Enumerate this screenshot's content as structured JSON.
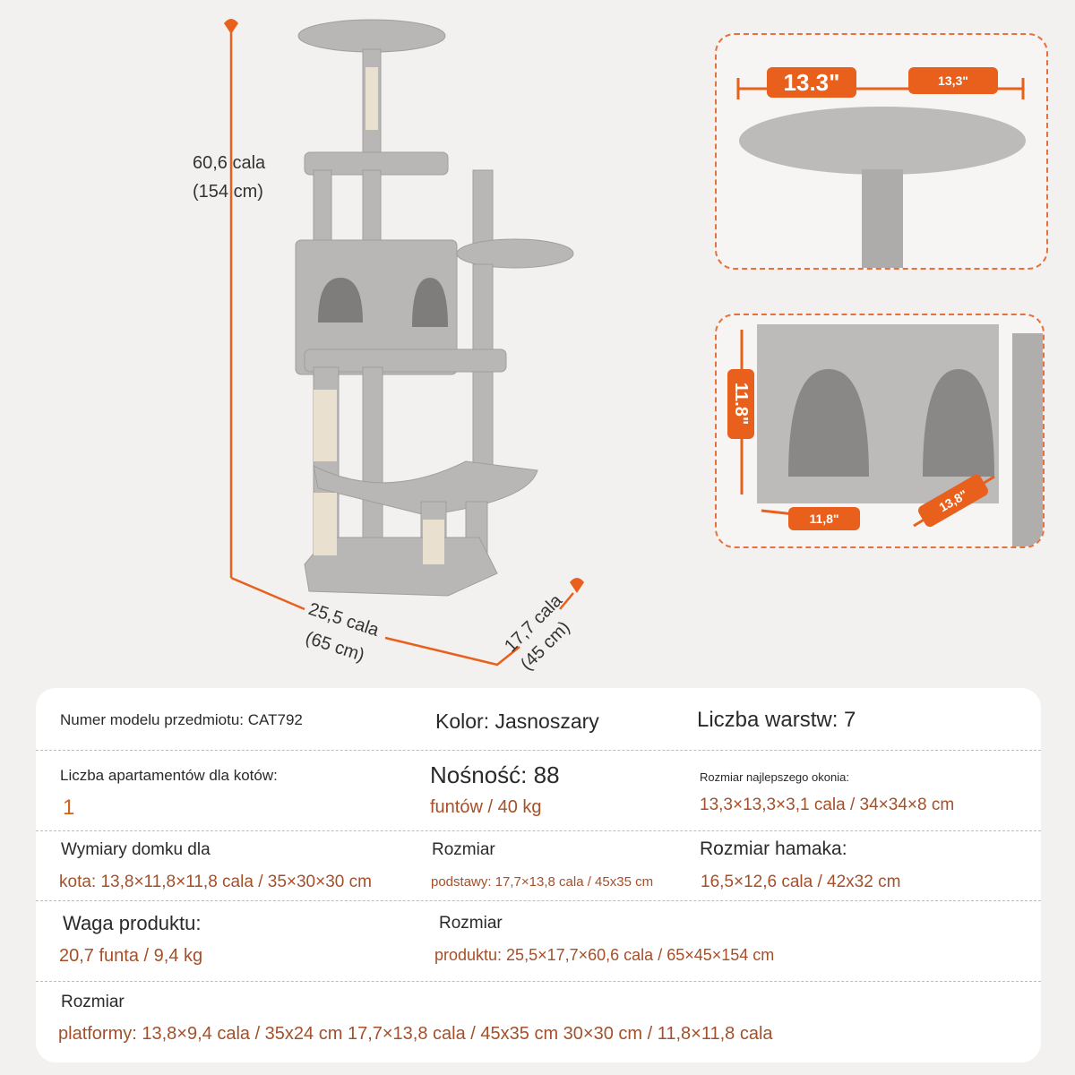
{
  "dimensions": {
    "height_in": "60,6 cala",
    "height_cm": "(154 cm)",
    "width_in": "25,5 cala",
    "width_cm": "(65 cm)",
    "depth_in": "17,7 cala",
    "depth_cm": "(45 cm)"
  },
  "inset_top": {
    "tag_left": "13.3\"",
    "tag_right": "13,3\""
  },
  "inset_bottom": {
    "tag_height": "11.8\"",
    "tag_width": "11,8\"",
    "tag_depth": "13,8\""
  },
  "specs": {
    "model": "Numer modelu przedmiotu: CAT792",
    "color": "Kolor: Jasnoszary",
    "layers": "Liczba warstw: 7",
    "condos_label": "Liczba apartamentów dla kotów:",
    "condos_value": "1",
    "capacity_label": "Nośność: 88",
    "capacity_value": "funtów / 40 kg",
    "perch_label": "Rozmiar najlepszego okonia:",
    "perch_value": "13,3×13,3×3,1 cala / 34×34×8 cm",
    "condo_dim_label": "Wymiary domku dla",
    "condo_dim_value": "kota: 13,8×11,8×11,8 cala / 35×30×30 cm",
    "base_label": "Rozmiar",
    "base_value": "podstawy: 17,7×13,8 cala / 45x35 cm",
    "hammock_label": "Rozmiar hamaka:",
    "hammock_value": "16,5×12,6 cala / 42x32 cm",
    "weight_label": "Waga produktu:",
    "weight_value": "20,7 funta / 9,4 kg",
    "product_size_label": "Rozmiar",
    "product_size_value": "produktu: 25,5×17,7×60,6 cala / 65×45×154 cm",
    "platform_label": "Rozmiar",
    "platform_value": "platformy: 13,8×9,4 cala / 35x24 cm 17,7×13,8 cala / 45x35 cm 30×30 cm / 11,8×11,8 cala"
  },
  "colors": {
    "accent": "#e8601c",
    "value_text": "#a4502a"
  }
}
